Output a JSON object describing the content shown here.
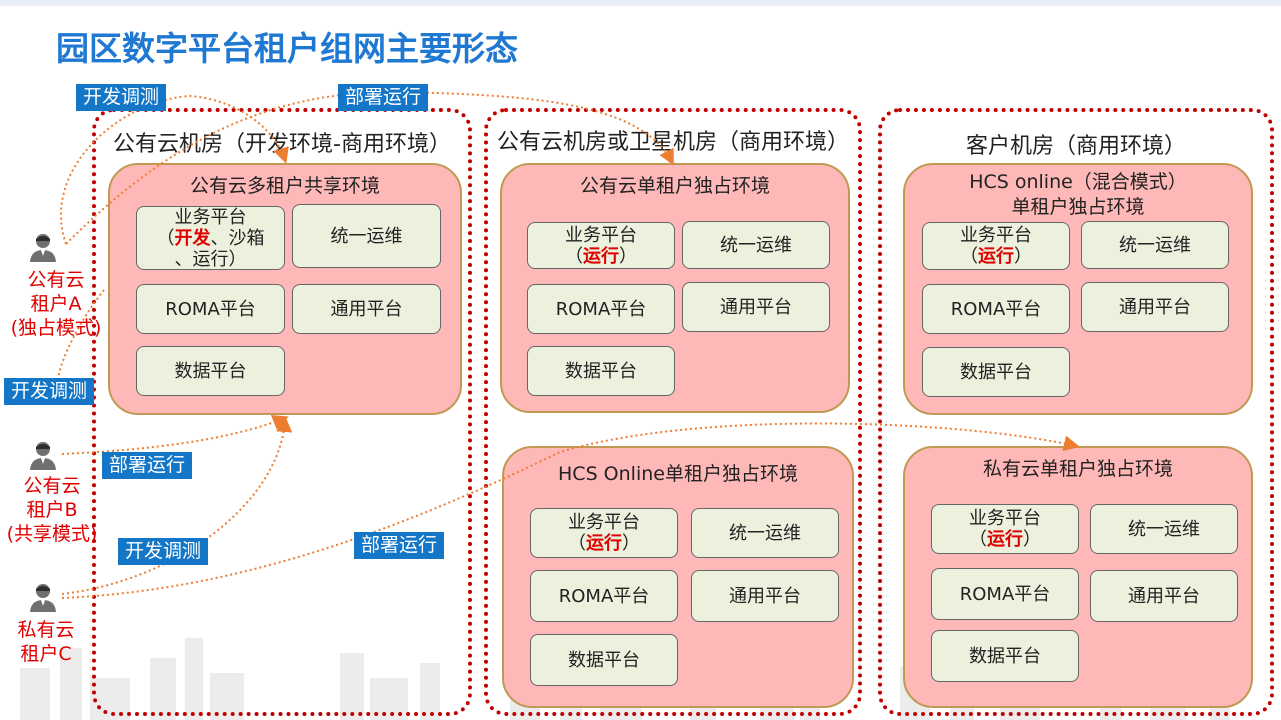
{
  "title": "园区数字平台租户组网主要形态",
  "colors": {
    "title": "#1f78d1",
    "zone_border": "#c00000",
    "env_fill": "#ffb8b8",
    "box_fill": "#ebf1dd",
    "label_bg": "#1476c6",
    "tenant_text": "#e00000",
    "arrow": "#ed7d31"
  },
  "zones": {
    "z1": {
      "title": "公有云机房（开发环境-商用环境）"
    },
    "z2": {
      "title": "公有云机房或卫星机房（商用环境）"
    },
    "z3": {
      "title": "客户机房（商用环境）"
    }
  },
  "envs": {
    "shared": {
      "title": "公有云多租户共享环境",
      "biz_line1": "业务平台",
      "biz_open": "（",
      "biz_dev": "开发",
      "biz_rest": "、沙箱",
      "biz_line3": "、运行）",
      "ops": "统一运维",
      "roma": "ROMA平台",
      "common": "通用平台",
      "data": "数据平台"
    },
    "public_single": {
      "title": "公有云单租户独占环境",
      "biz_line1": "业务平台",
      "biz_open": "（",
      "biz_run": "运行",
      "biz_close": "）",
      "ops": "统一运维",
      "roma": "ROMA平台",
      "common": "通用平台",
      "data": "数据平台"
    },
    "hcs_online": {
      "title": "HCS Online单租户独占环境",
      "biz_line1": "业务平台",
      "biz_open": "（",
      "biz_run": "运行",
      "biz_close": "）",
      "ops": "统一运维",
      "roma": "ROMA平台",
      "common": "通用平台",
      "data": "数据平台"
    },
    "hcs_mixed": {
      "title1": "HCS online（混合模式）",
      "title2": "单租户独占环境",
      "biz_line1": "业务平台",
      "biz_open": "（",
      "biz_run": "运行",
      "biz_close": "）",
      "ops": "统一运维",
      "roma": "ROMA平台",
      "common": "通用平台",
      "data": "数据平台"
    },
    "private": {
      "title": "私有云单租户独占环境",
      "biz_line1": "业务平台",
      "biz_open": "（",
      "biz_run": "运行",
      "biz_close": "）",
      "ops": "统一运维",
      "roma": "ROMA平台",
      "common": "通用平台",
      "data": "数据平台"
    }
  },
  "tenants": {
    "a": {
      "line1": "公有云",
      "line2": "租户A",
      "line3": "(独占模式)"
    },
    "b": {
      "line1": "公有云",
      "line2": "租户B",
      "line3": "(共享模式)"
    },
    "c": {
      "line1": "私有云",
      "line2": "租户C"
    }
  },
  "labels": {
    "dev_top": "开发调测",
    "deploy_top": "部署运行",
    "dev_mid": "开发调测",
    "deploy_mid": "部署运行",
    "dev_low": "开发调测",
    "deploy_low": "部署运行"
  }
}
